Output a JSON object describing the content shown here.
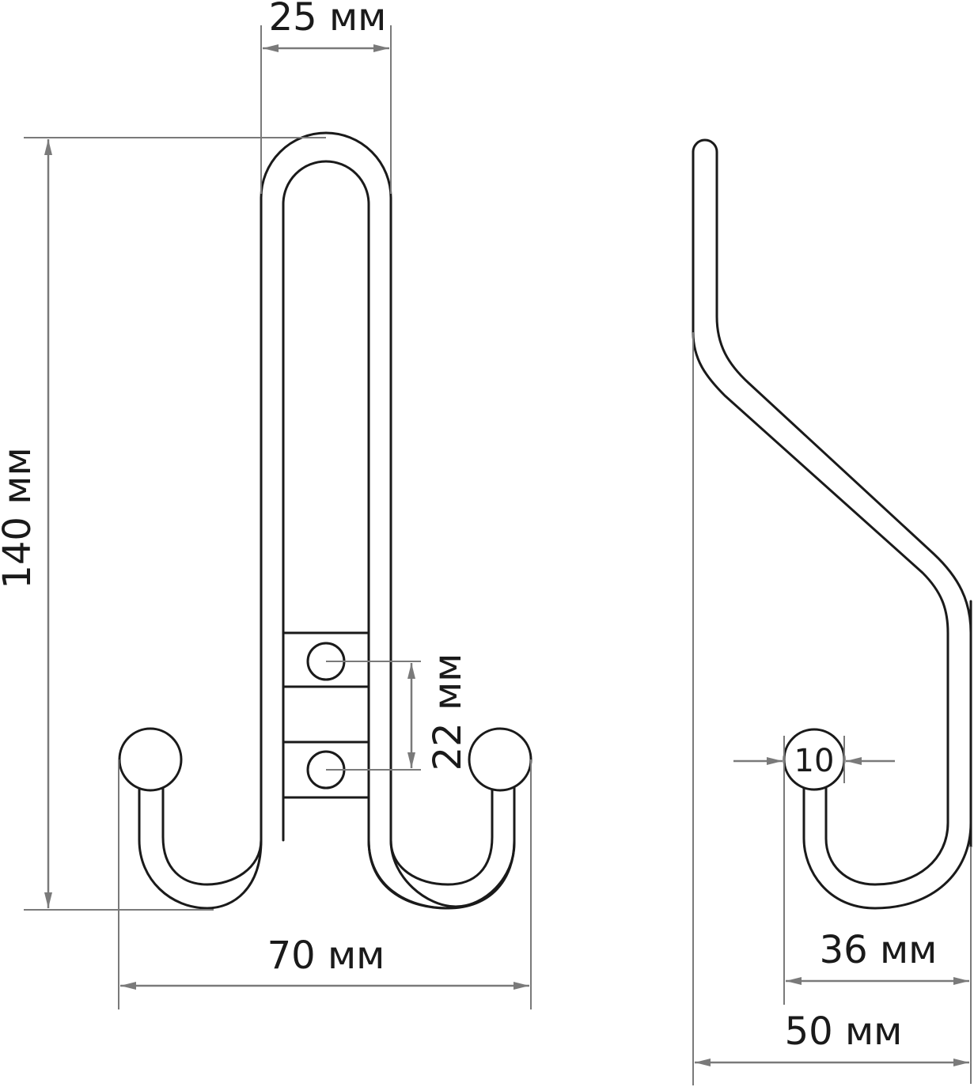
{
  "dimensions": {
    "top_width": "25 мм",
    "height": "140 мм",
    "hole_spacing": "22 мм",
    "front_width": "70 мм",
    "knob_diameter": "10",
    "hook_depth": "36 мм",
    "side_depth": "50 мм"
  },
  "colors": {
    "outline": "#1a1a1a",
    "dimension": "#7a7a7a",
    "background": "#ffffff"
  }
}
